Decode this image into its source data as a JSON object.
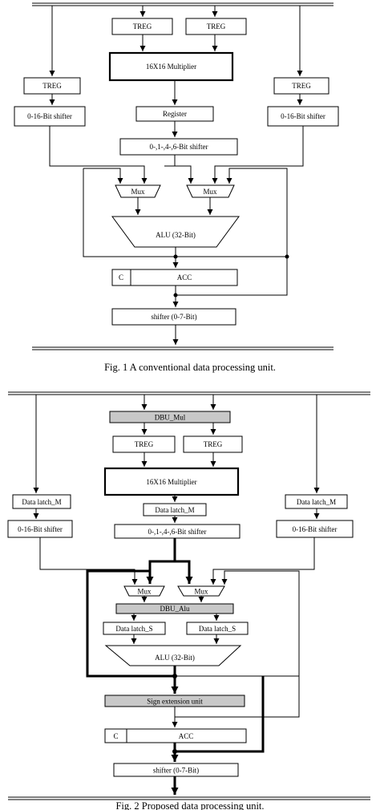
{
  "fig1": {
    "treg_a": "TREG",
    "treg_b": "TREG",
    "multiplier": "16X16 Multiplier",
    "treg_left": "TREG",
    "treg_right": "TREG",
    "shifter_left": "0-16-Bit shifter",
    "shifter_right": "0-16-Bit shifter",
    "register": "Register",
    "shifter_mid": "0-,1-,4-,6-Bit shifter",
    "mux_a": "Mux",
    "mux_b": "Mux",
    "alu": "ALU (32-Bit)",
    "acc_c": "C",
    "acc": "ACC",
    "shifter_out": "shifter (0-7-Bit)",
    "caption": "Fig. 1    A conventional data processing unit."
  },
  "fig2": {
    "dbu_mul": "DBU_Mul",
    "treg_a": "TREG",
    "treg_b": "TREG",
    "multiplier": "16X16  Multiplier",
    "latch_left": "Data latch_M",
    "latch_right": "Data latch_M",
    "latch_mid": "Data latch_M",
    "shifter_left": "0-16-Bit shifter",
    "shifter_right": "0-16-Bit shifter",
    "shifter_mid": "0-,1-,4-,6-Bit shifter",
    "mux_a": "Mux",
    "mux_b": "Mux",
    "dbu_alu": "DBU_Alu",
    "latch_s_a": "Data latch_S",
    "latch_s_b": "Data latch_S",
    "alu": "ALU (32-Bit)",
    "sign_ext": "Sign extension unit",
    "acc_c": "C",
    "acc": "ACC",
    "shifter_out": "shifter (0-7-Bit)",
    "caption": "Fig. 2    Proposed data processing unit."
  }
}
